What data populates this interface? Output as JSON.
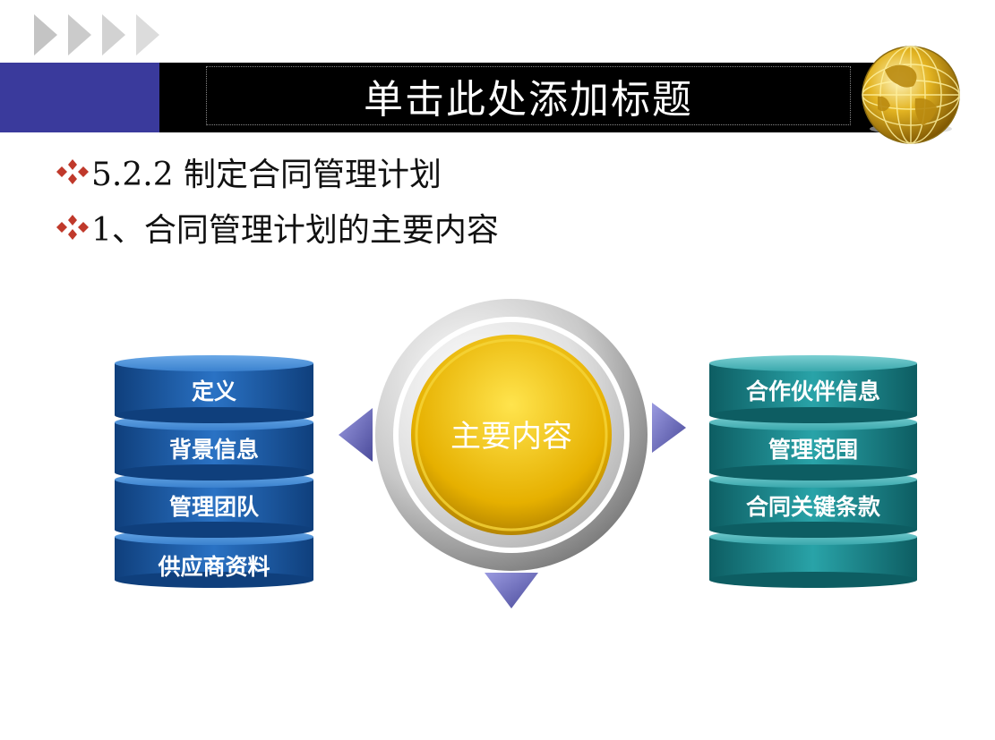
{
  "title": "单击此处添加标题",
  "bullets": [
    "5.2.2 制定合同管理计划",
    "1、合同管理计划的主要内容"
  ],
  "center": {
    "label": "主要内容"
  },
  "left_stack": {
    "items": [
      "定义",
      "背景信息",
      "管理团队",
      "供应商资料"
    ]
  },
  "right_stack": {
    "items": [
      "合作伙伴信息",
      "管理范围",
      "合同关键条款",
      ""
    ]
  },
  "colors": {
    "title_bar": "#000000",
    "title_accent": "#3a3a9c",
    "bullet_mark": "#c0392b",
    "left_cylinder": "#1f5fa8",
    "right_cylinder": "#1e8a8e",
    "center_gold": "#e8b800",
    "arrow": "#6a6ab8"
  },
  "icons": [
    "chevron-right-icon",
    "globe-icon",
    "diamond-bullet-icon",
    "arrow-left-icon",
    "arrow-right-icon",
    "arrow-down-icon"
  ]
}
